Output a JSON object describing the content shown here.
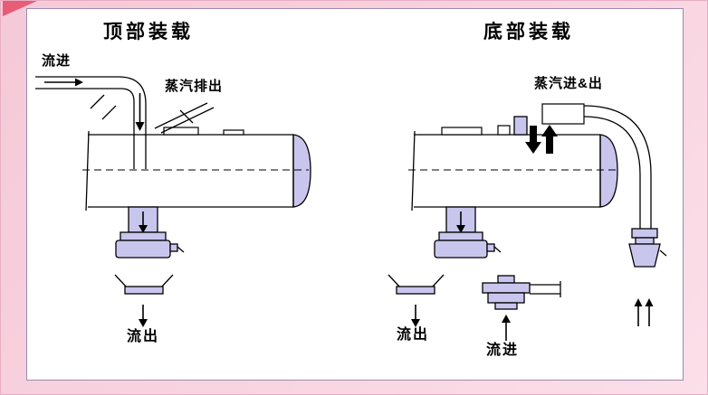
{
  "colors": {
    "frame_pink": "#f6ccd9",
    "panel_white": "#ffffff",
    "panel_border": "#9b8bb0",
    "diagram_fill": "#c9c6ee",
    "line": "#000000",
    "corner_mark_red": "#e8506b"
  },
  "top_loading": {
    "title": "顶部装载",
    "flow_in_label": "流进",
    "vapor_out_label": "蒸汽排出",
    "flow_out_label": "流出"
  },
  "bottom_loading": {
    "title": "底部装载",
    "vapor_in_out_label": "蒸汽进&出",
    "flow_out_label": "流出",
    "flow_in_label": "流进"
  }
}
